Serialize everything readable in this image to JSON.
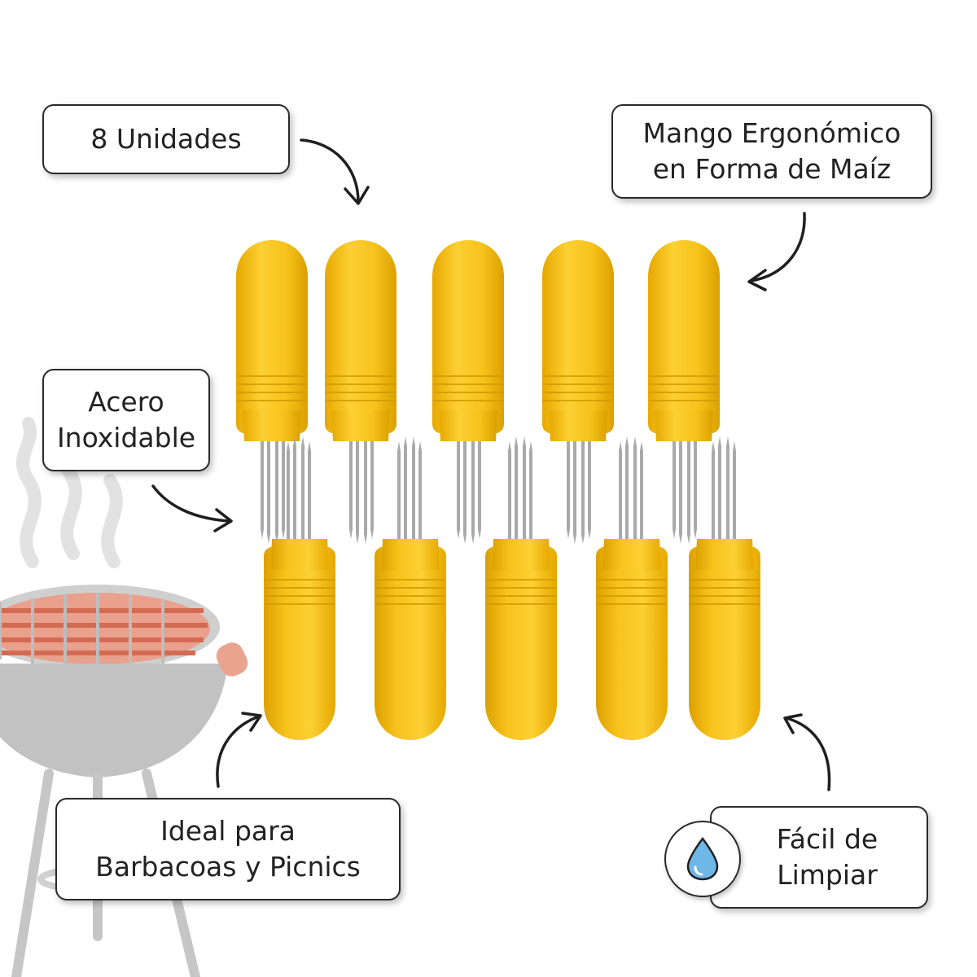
{
  "callouts": {
    "units": {
      "line1": "8 Unidades"
    },
    "handle": {
      "line1": "Mango Ergonómico",
      "line2": "en Forma de Maíz"
    },
    "steel": {
      "line1": "Acero",
      "line2": "Inoxidable"
    },
    "bbq": {
      "line1": "Ideal para",
      "line2": "Barbacoas y Picnics"
    },
    "clean": {
      "line1": "Fácil de",
      "line2": "Limpiar"
    }
  },
  "icons": {
    "water_drop": "water-drop-icon",
    "grill": "bbq-grill-illustration"
  },
  "colors": {
    "handle_yellow": "#f7c21b",
    "handle_shade": "#e0a600",
    "prong_steel": "#b9b9b9",
    "grill_gray": "#bfbfbf",
    "ember_red": "#e98a72",
    "drop_blue": "#6fb7e6"
  }
}
